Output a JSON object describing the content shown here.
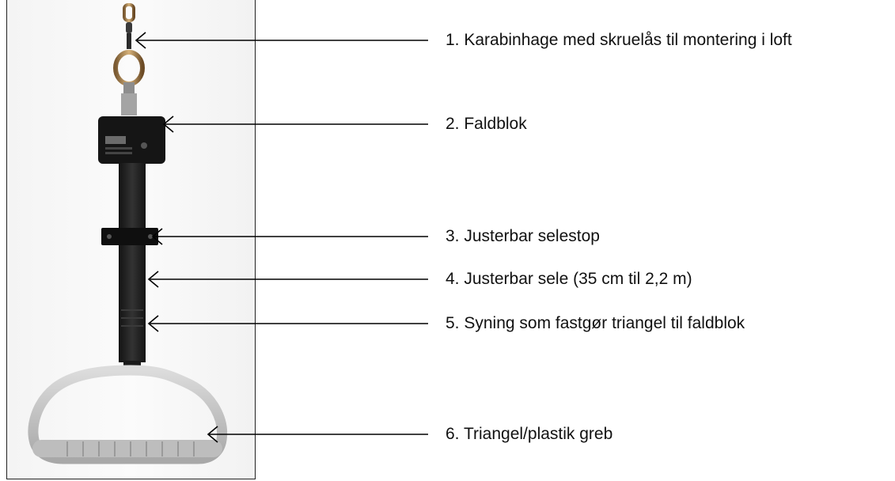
{
  "callouts": [
    {
      "id": 1,
      "text": "1. Karabinhage med skruelås til montering i loft"
    },
    {
      "id": 2,
      "text": "2. Faldblok"
    },
    {
      "id": 3,
      "text": "3. Justerbar selestop"
    },
    {
      "id": 4,
      "text": "4. Justerbar sele (35 cm til 2,2 m)"
    },
    {
      "id": 5,
      "text": "5. Syning som fastgør triangel til faldblok"
    },
    {
      "id": 6,
      "text": "6. Triangel/plastik greb"
    }
  ],
  "colors": {
    "webbing": "#1e1e1e",
    "block": "#151515",
    "grip": "#c9c9c9",
    "brass": "#b07a3a",
    "line": "#000000"
  }
}
